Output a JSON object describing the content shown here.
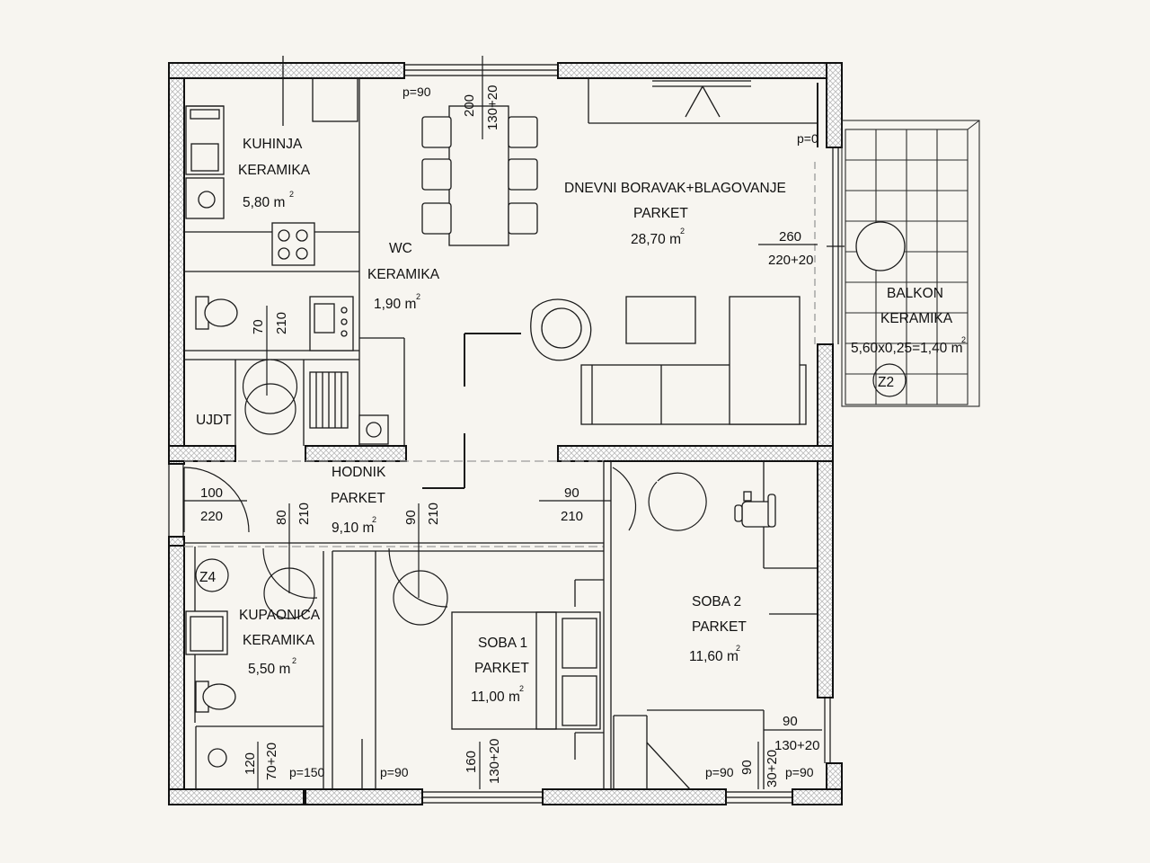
{
  "plan": {
    "colors": {
      "background": "#f7f5f0",
      "wall": "#111111",
      "hatch": "#bdbdbd",
      "line": "#1a1a1a"
    },
    "rooms": {
      "kitchen": {
        "name": "KUHINJA",
        "floor": "KERAMIKA",
        "area": "5,80 m",
        "unit_sup": "2"
      },
      "living": {
        "name": "DNEVNI BORAVAK+BLAGOVANJE",
        "floor": "PARKET",
        "area": "28,70 m",
        "unit_sup": "2"
      },
      "wc": {
        "name": "WC",
        "floor": "KERAMIKA",
        "area": "1,90 m",
        "unit_sup": "2"
      },
      "balcony": {
        "name": "BALKON",
        "floor": "KERAMIKA",
        "area": "5,60x0,25=1,40 m",
        "unit_sup": "2"
      },
      "storage": {
        "name": "UJDT"
      },
      "hall": {
        "name": "HODNIK",
        "floor": "PARKET",
        "area": "9,10 m",
        "unit_sup": "2"
      },
      "bathroom": {
        "name": "KUPAONICA",
        "floor": "KERAMIKA",
        "area": "5,50 m",
        "unit_sup": "2"
      },
      "room1": {
        "name": "SOBA 1",
        "floor": "PARKET",
        "area": "11,00 m",
        "unit_sup": "2"
      },
      "room2": {
        "name": "SOBA 2",
        "floor": "PARKET",
        "area": "11,60 m",
        "unit_sup": "2"
      }
    },
    "dimensions": {
      "living_window_top": "260",
      "living_window_bottom": "220+20",
      "entry_door_top": "100",
      "entry_door_bottom": "220",
      "room2_door_top": "90",
      "room2_door_bottom": "210",
      "room2_window_top": "90",
      "room2_window_bottom": "130+20",
      "dining_w1": "200",
      "dining_w2": "130+20",
      "wc_door_w": "70",
      "wc_door_h": "210",
      "bath_door_w": "80",
      "bath_door_h": "210",
      "room1_door_w": "90",
      "room1_door_h": "210",
      "bath_win_w": "120",
      "bath_win_h": "70+20",
      "room1_win_w": "160",
      "room1_win_h": "130+20",
      "room2_win2_w": "90",
      "room2_win2_h": "30+20"
    },
    "sill_heights": {
      "kitchen_top": "p=90",
      "living_right": "p=0",
      "bath_bottom": "p=150",
      "room1_bottom": "p=90",
      "room2_bottom_1": "p=90",
      "room2_bottom_2": "p=90"
    },
    "markers": {
      "balcony": "Z2",
      "bathroom": "Z4"
    }
  }
}
